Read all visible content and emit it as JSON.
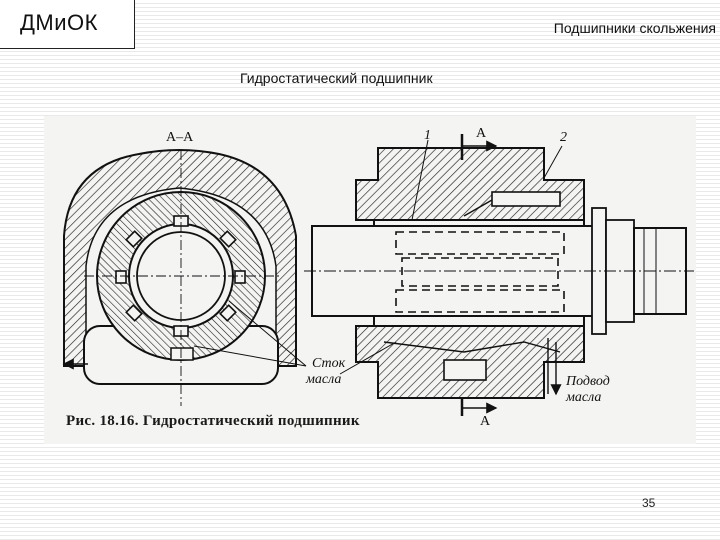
{
  "header": {
    "brand": "ДМиОК",
    "title": "Подшипники скольжения"
  },
  "slide": {
    "subtitle": "Гидростатический подшипник",
    "page_number": "35"
  },
  "figure": {
    "caption": "Рис. 18.16. Гидростатический подшипник",
    "section_label": "А–А",
    "section_mark_top": "А",
    "section_mark_bottom": "А",
    "part_1": "1",
    "part_2": "2",
    "drain_line1": "Сток",
    "drain_line2": "масла",
    "supply_line1": "Подвод",
    "supply_line2": "масла"
  }
}
